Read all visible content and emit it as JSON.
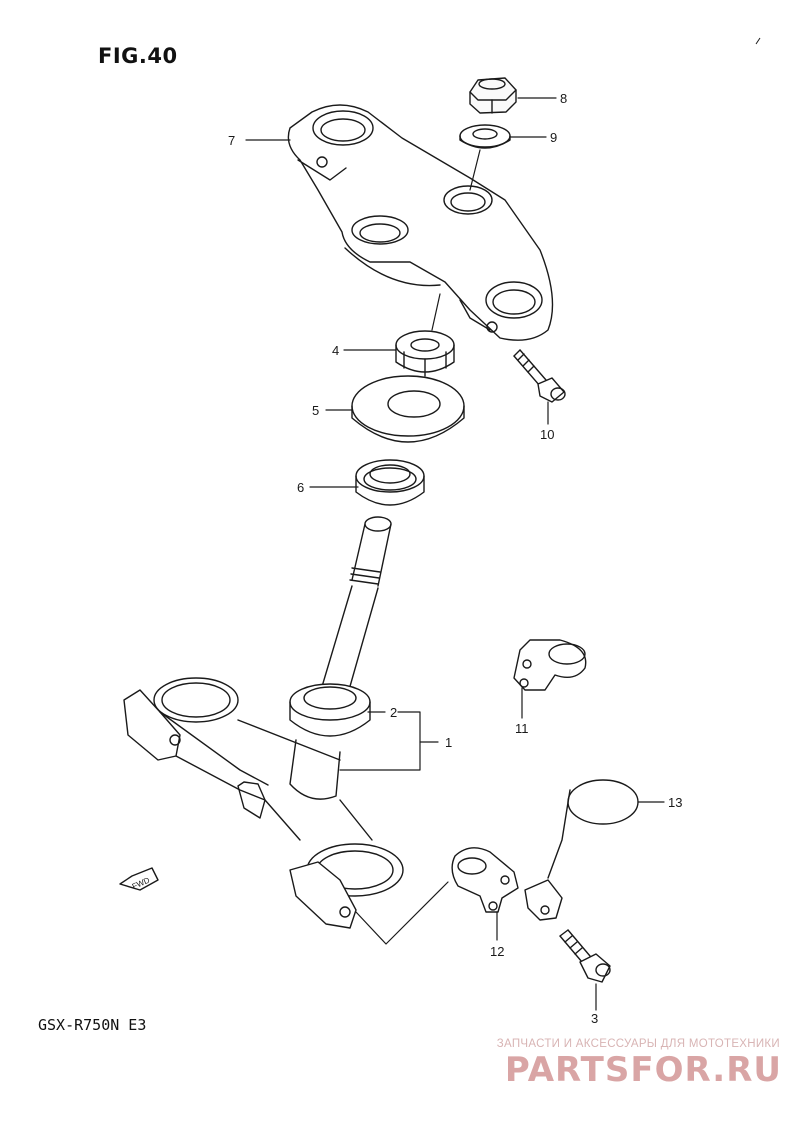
{
  "figure": {
    "title": "FIG.40",
    "model": "GSX-R750N E3"
  },
  "callouts": [
    {
      "id": "c1",
      "label": "1"
    },
    {
      "id": "c2",
      "label": "2"
    },
    {
      "id": "c3",
      "label": "3"
    },
    {
      "id": "c4",
      "label": "4"
    },
    {
      "id": "c5",
      "label": "5"
    },
    {
      "id": "c6",
      "label": "6"
    },
    {
      "id": "c7",
      "label": "7"
    },
    {
      "id": "c8",
      "label": "8"
    },
    {
      "id": "c9",
      "label": "9"
    },
    {
      "id": "c10",
      "label": "10"
    },
    {
      "id": "c11",
      "label": "11"
    },
    {
      "id": "c12",
      "label": "12"
    },
    {
      "id": "c13",
      "label": "13"
    }
  ],
  "fwd_tag": "FWD",
  "watermark": {
    "caption": "ЗАПЧАСТИ И АКСЕССУАРЫ ДЛЯ МОТОТЕХНИКИ",
    "logo": "PARTSFOR.RU"
  },
  "colors": {
    "ink": "#1a1a1a",
    "paper": "#ffffff",
    "watermark": "#d9a5a5"
  }
}
